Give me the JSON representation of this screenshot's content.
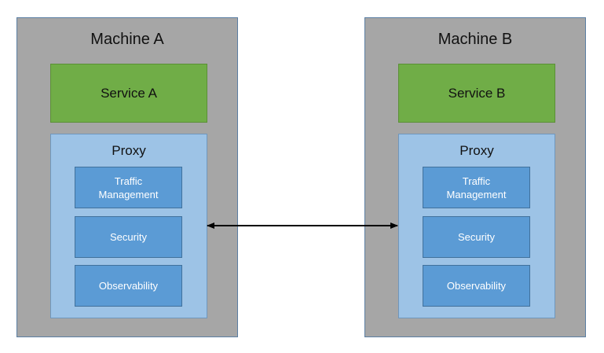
{
  "machines": [
    {
      "title": "Machine A",
      "service": "Service A",
      "proxy": {
        "title": "Proxy",
        "features": [
          "Traffic\nManagement",
          "Security",
          "Observability"
        ]
      }
    },
    {
      "title": "Machine B",
      "service": "Service B",
      "proxy": {
        "title": "Proxy",
        "features": [
          "Traffic\nManagement",
          "Security",
          "Observability"
        ]
      }
    }
  ],
  "colors": {
    "machine_fill": "#a6a6a6",
    "service_fill": "#70ad47",
    "proxy_fill": "#9dc3e6",
    "feature_fill": "#5b9bd5",
    "arrow": "#000000"
  },
  "connector": {
    "type": "bidirectional-arrow",
    "from": "Machine A Proxy",
    "to": "Machine B Proxy"
  }
}
